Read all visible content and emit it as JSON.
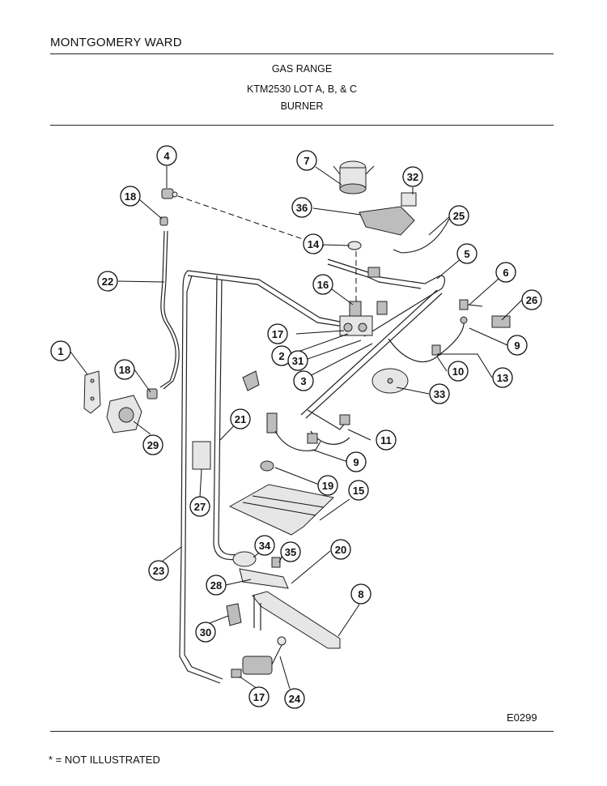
{
  "header": {
    "brand": "MONTGOMERY WARD",
    "title": "GAS RANGE",
    "model": "KTM2530 LOT A, B, & C",
    "section": "BURNER"
  },
  "drawing_code": "E0299",
  "footnote": "* = NOT ILLUSTRATED",
  "callouts": {
    "c1": "1",
    "c2": "2",
    "c3": "3",
    "c4": "4",
    "c5": "5",
    "c6": "6",
    "c7": "7",
    "c8": "8",
    "c9a": "9",
    "c9b": "9",
    "c10": "10",
    "c11": "11",
    "c13": "13",
    "c14": "14",
    "c15": "15",
    "c16": "16",
    "c17a": "17",
    "c17b": "17",
    "c18a": "18",
    "c18b": "18",
    "c19": "19",
    "c20": "20",
    "c21": "21",
    "c22": "22",
    "c23": "23",
    "c24": "24",
    "c25": "25",
    "c26": "26",
    "c27": "27",
    "c28": "28",
    "c29": "29",
    "c30": "30",
    "c31": "31",
    "c32": "32",
    "c33": "33",
    "c34": "34",
    "c35": "35",
    "c36": "36"
  }
}
